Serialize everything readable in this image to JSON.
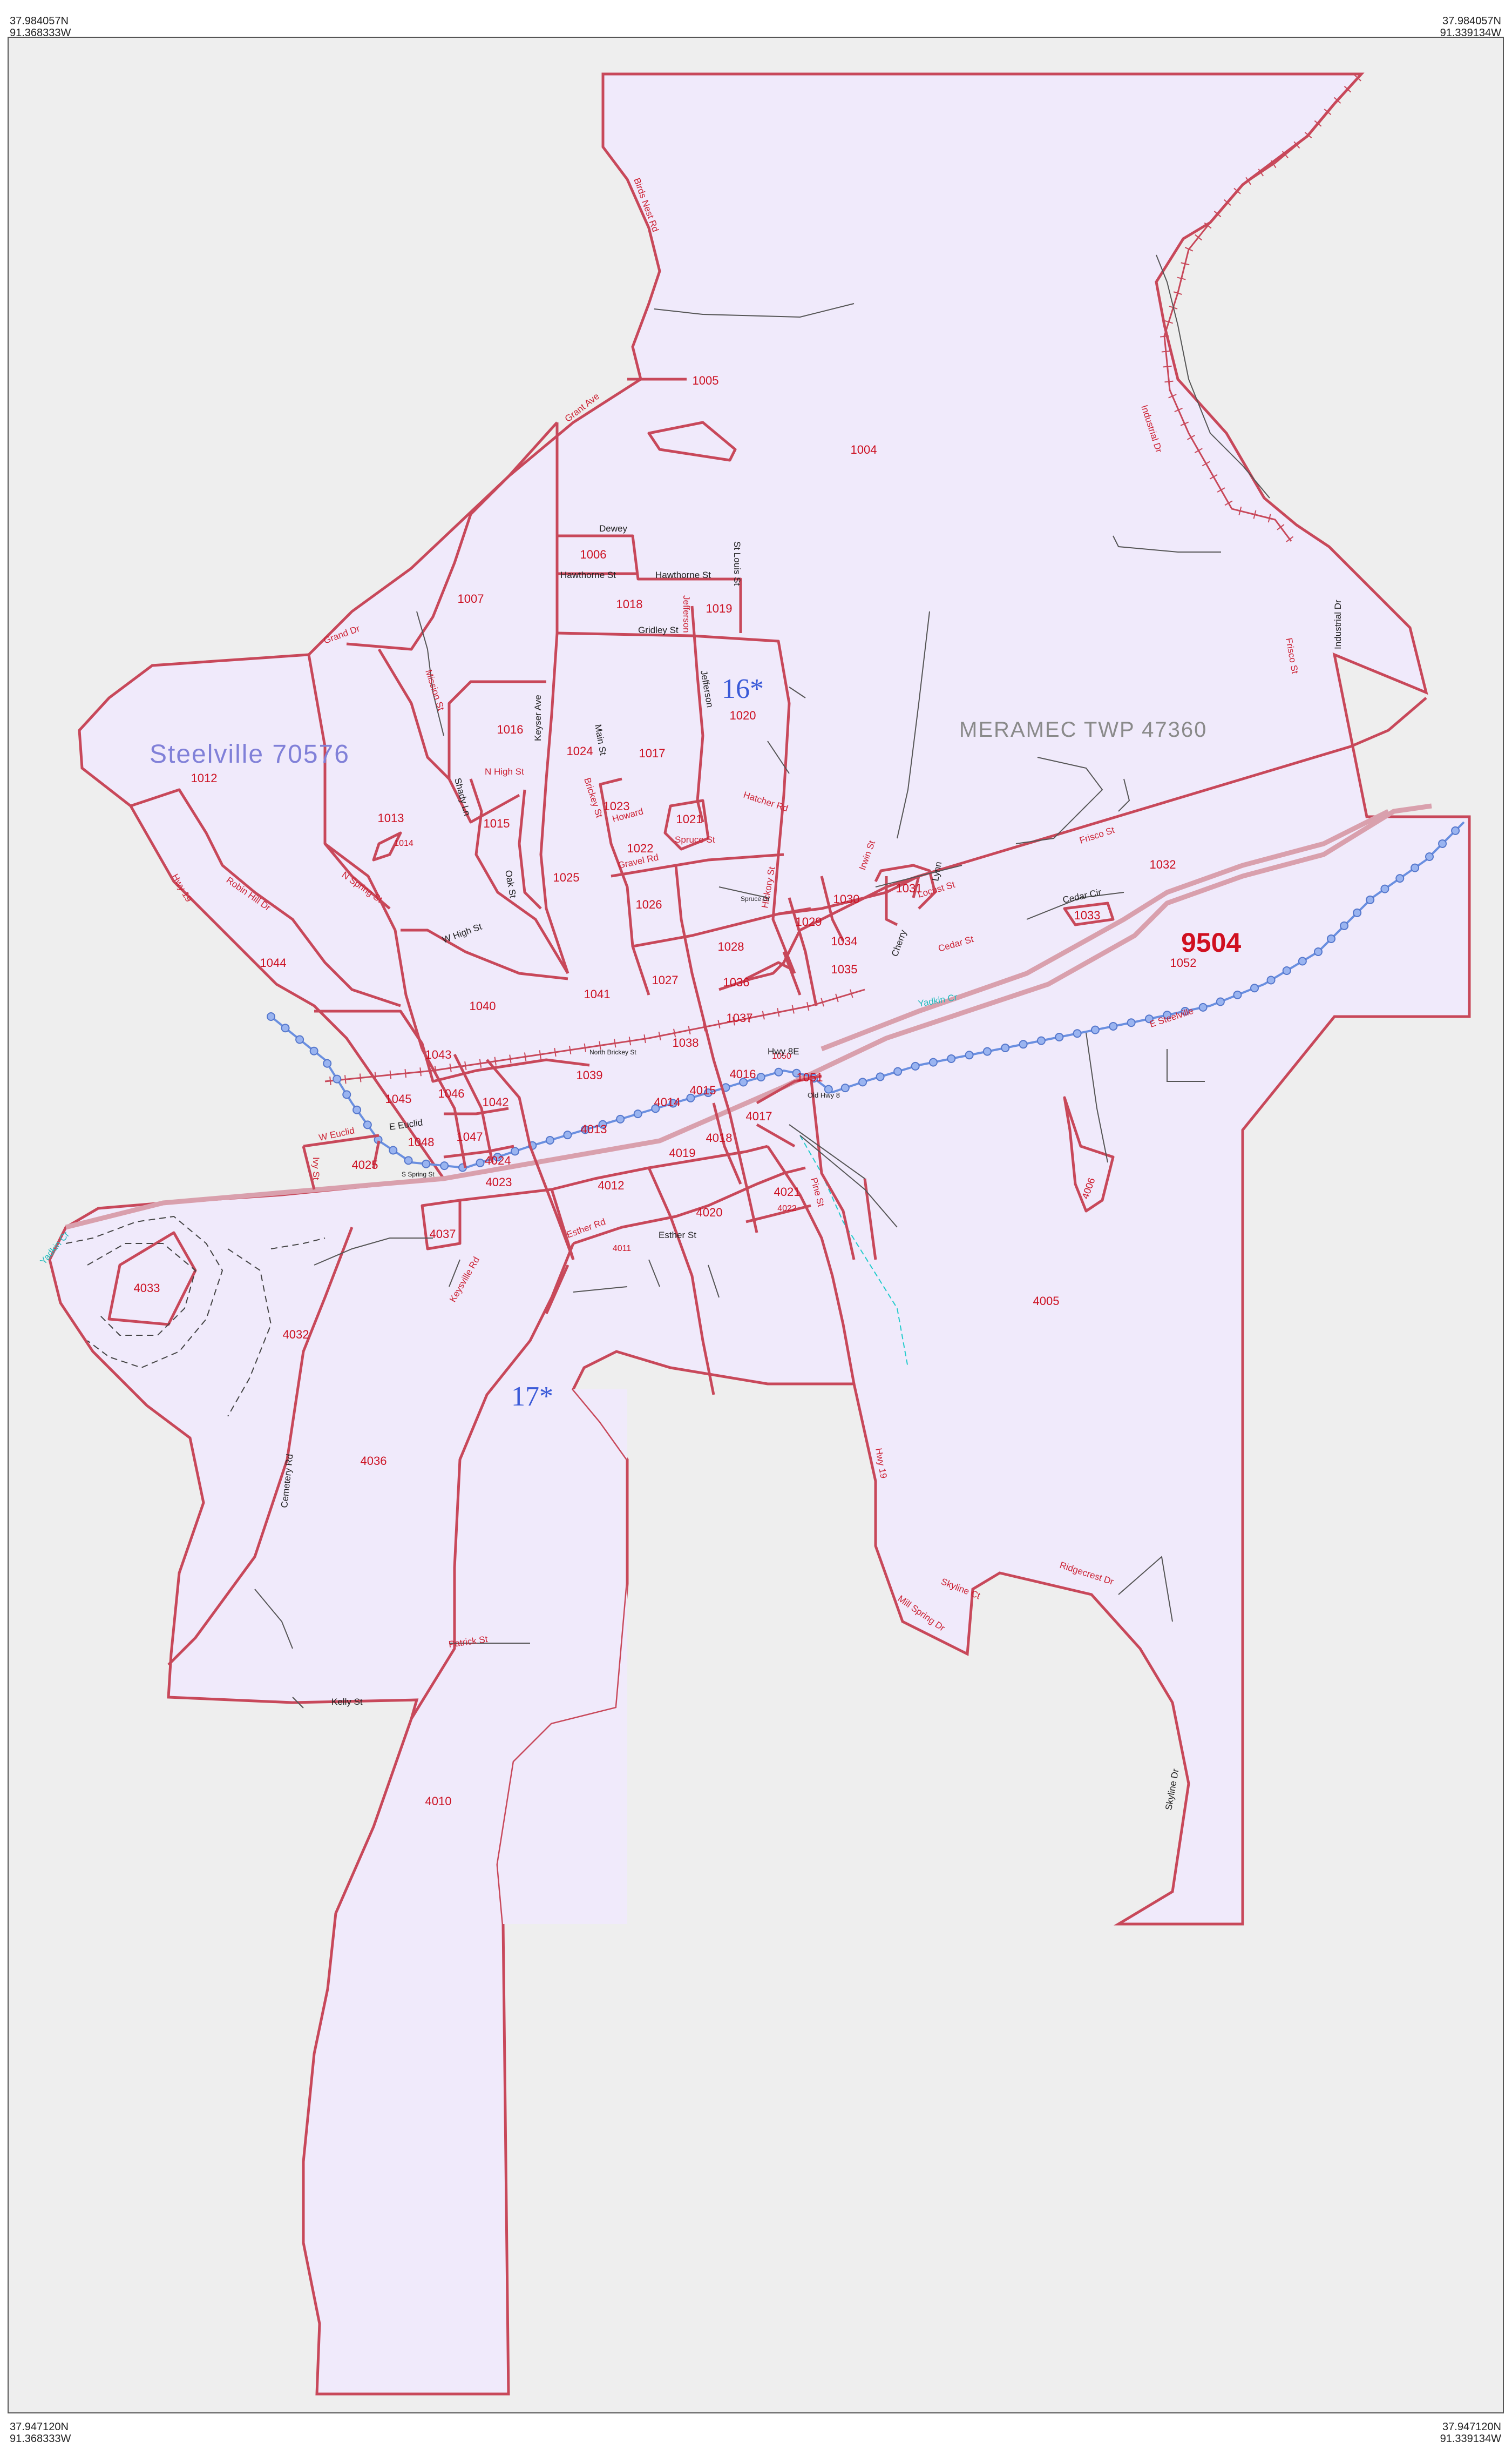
{
  "corners": {
    "top_left": [
      "37.984057N",
      "91.368333W"
    ],
    "top_right": [
      "37.984057N",
      "91.339134W"
    ],
    "bottom_left": [
      "37.947120N",
      "91.368333W"
    ],
    "bottom_right": [
      "37.947120N",
      "91.339134W"
    ]
  },
  "region_labels": {
    "place": "Steelville 70576",
    "township": "MERAMEC TWP 47360",
    "tract": "9504",
    "block_group_16": "16*",
    "block_group_17": "17*"
  },
  "colors": {
    "block_boundary": "#c8485a",
    "place_fill": "#f0eafb",
    "outside": "#eeeeee",
    "railroad": "#c8485a",
    "road": "#555555",
    "tract_boundary": "#d9a0ad",
    "creek": "#22cccc",
    "rail_dots": "#6a8fe0"
  },
  "blocks": [
    {
      "id": "1004"
    },
    {
      "id": "1005"
    },
    {
      "id": "1006"
    },
    {
      "id": "1007"
    },
    {
      "id": "1012"
    },
    {
      "id": "1013"
    },
    {
      "id": "1014"
    },
    {
      "id": "1015"
    },
    {
      "id": "1016"
    },
    {
      "id": "1017"
    },
    {
      "id": "1018"
    },
    {
      "id": "1019"
    },
    {
      "id": "1020"
    },
    {
      "id": "1021"
    },
    {
      "id": "1022"
    },
    {
      "id": "1023"
    },
    {
      "id": "1024"
    },
    {
      "id": "1025"
    },
    {
      "id": "1026"
    },
    {
      "id": "1027"
    },
    {
      "id": "1028"
    },
    {
      "id": "1029"
    },
    {
      "id": "1030"
    },
    {
      "id": "1031"
    },
    {
      "id": "1032"
    },
    {
      "id": "1033"
    },
    {
      "id": "1034"
    },
    {
      "id": "1035"
    },
    {
      "id": "1036"
    },
    {
      "id": "1037"
    },
    {
      "id": "1038"
    },
    {
      "id": "1039"
    },
    {
      "id": "1040"
    },
    {
      "id": "1041"
    },
    {
      "id": "1042"
    },
    {
      "id": "1043"
    },
    {
      "id": "1044"
    },
    {
      "id": "1045"
    },
    {
      "id": "1046"
    },
    {
      "id": "1047"
    },
    {
      "id": "1048"
    },
    {
      "id": "1050"
    },
    {
      "id": "1051"
    },
    {
      "id": "1052"
    },
    {
      "id": "4005"
    },
    {
      "id": "4006"
    },
    {
      "id": "4010"
    },
    {
      "id": "4011"
    },
    {
      "id": "4012"
    },
    {
      "id": "4013"
    },
    {
      "id": "4014"
    },
    {
      "id": "4015"
    },
    {
      "id": "4016"
    },
    {
      "id": "4017"
    },
    {
      "id": "4018"
    },
    {
      "id": "4019"
    },
    {
      "id": "4020"
    },
    {
      "id": "4021"
    },
    {
      "id": "4022"
    },
    {
      "id": "4023"
    },
    {
      "id": "4024"
    },
    {
      "id": "4025"
    },
    {
      "id": "4032"
    },
    {
      "id": "4033"
    },
    {
      "id": "4036"
    },
    {
      "id": "4037"
    }
  ],
  "streets": [
    {
      "name": "Birds Nest Rd"
    },
    {
      "name": "Grant Ave"
    },
    {
      "name": "Dewey"
    },
    {
      "name": "Hawthorne St"
    },
    {
      "name": "Gridley St"
    },
    {
      "name": "St Louis St"
    },
    {
      "name": "Jefferson"
    },
    {
      "name": "Grand Dr"
    },
    {
      "name": "Mission St"
    },
    {
      "name": "N High St"
    },
    {
      "name": "Keyser Ave"
    },
    {
      "name": "Main St"
    },
    {
      "name": "Brickey St"
    },
    {
      "name": "Howard"
    },
    {
      "name": "Spruce St"
    },
    {
      "name": "Gravel Rd"
    },
    {
      "name": "Hatcher Rd"
    },
    {
      "name": "Hickory St"
    },
    {
      "name": "Shady Ln"
    },
    {
      "name": "Oak St"
    },
    {
      "name": "N Spring St"
    },
    {
      "name": "Robin Hill Dr"
    },
    {
      "name": "W High St"
    },
    {
      "name": "Industrial Dr"
    },
    {
      "name": "Frisco St"
    },
    {
      "name": "Cedar Cir"
    },
    {
      "name": "Cedar St"
    },
    {
      "name": "Locust St"
    },
    {
      "name": "E Steelville"
    },
    {
      "name": "Hwy 8E"
    },
    {
      "name": "Old Hwy 8"
    },
    {
      "name": "E Euclid"
    },
    {
      "name": "W Euclid"
    },
    {
      "name": "Esther Rd"
    },
    {
      "name": "Esther St"
    },
    {
      "name": "Keysville Rd"
    },
    {
      "name": "Cemetery Rd"
    },
    {
      "name": "Kelly St"
    },
    {
      "name": "Patrick St"
    },
    {
      "name": "Mill Spring Dr"
    },
    {
      "name": "Ridgecrest Dr"
    },
    {
      "name": "Skyline Dr"
    },
    {
      "name": "Hwy 19"
    },
    {
      "name": "Yadkin Cr"
    },
    {
      "name": "North Brickey St"
    },
    {
      "name": "S Spring St"
    },
    {
      "name": "Ivy St"
    },
    {
      "name": "Pine St"
    },
    {
      "name": "Skyline Ct"
    },
    {
      "name": "Irwin St"
    },
    {
      "name": "Spruce Dr"
    },
    {
      "name": "Cherry"
    },
    {
      "name": "Lynn"
    }
  ]
}
